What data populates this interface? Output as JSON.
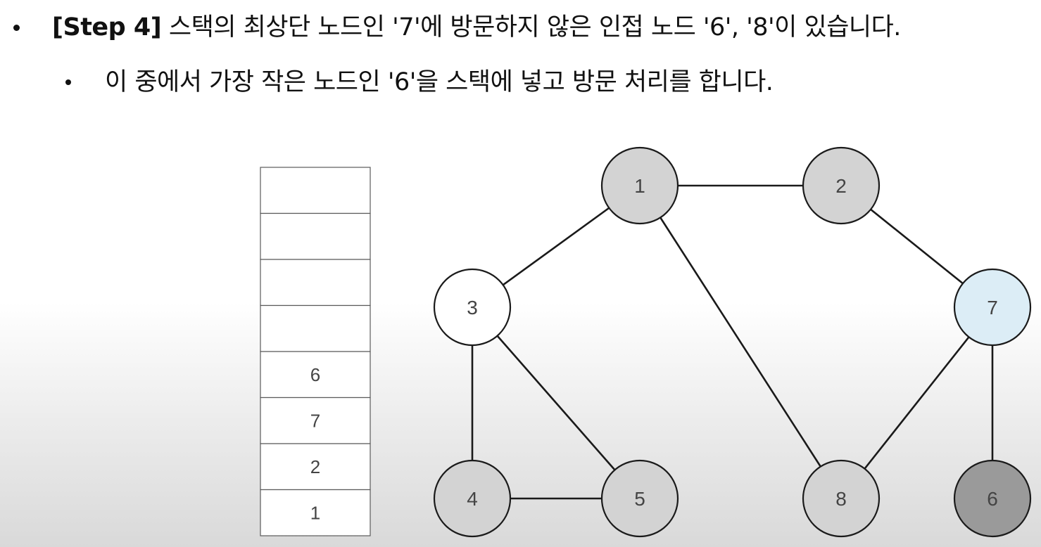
{
  "header": {
    "line1": {
      "step_tag": "[Step 4]",
      "text": " 스택의 최상단 노드인 '7'에 방문하지 않은 인접 노드 '6', '8'이 있습니다."
    },
    "line2": {
      "text": "이 중에서 가장 작은 노드인 '6'을 스택에 넣고 방문 처리를 합니다."
    }
  },
  "stack": {
    "cells": [
      "",
      "",
      "",
      "",
      "6",
      "7",
      "2",
      "1"
    ]
  },
  "graph": {
    "colors": {
      "visited": "#d3d3d3",
      "unvisited": "#ffffff",
      "current": "#dcedf6",
      "newly_visited": "#9a9a9a"
    },
    "nodes": [
      {
        "id": "1",
        "label": "1",
        "state": "visited"
      },
      {
        "id": "2",
        "label": "2",
        "state": "visited"
      },
      {
        "id": "3",
        "label": "3",
        "state": "unvisited"
      },
      {
        "id": "7",
        "label": "7",
        "state": "current"
      },
      {
        "id": "4",
        "label": "4",
        "state": "visited"
      },
      {
        "id": "5",
        "label": "5",
        "state": "visited"
      },
      {
        "id": "8",
        "label": "8",
        "state": "visited"
      },
      {
        "id": "6",
        "label": "6",
        "state": "newly_visited"
      }
    ],
    "edges": [
      [
        "1",
        "2"
      ],
      [
        "1",
        "3"
      ],
      [
        "1",
        "8"
      ],
      [
        "2",
        "7"
      ],
      [
        "3",
        "4"
      ],
      [
        "3",
        "5"
      ],
      [
        "4",
        "5"
      ],
      [
        "7",
        "8"
      ],
      [
        "7",
        "6"
      ]
    ]
  }
}
